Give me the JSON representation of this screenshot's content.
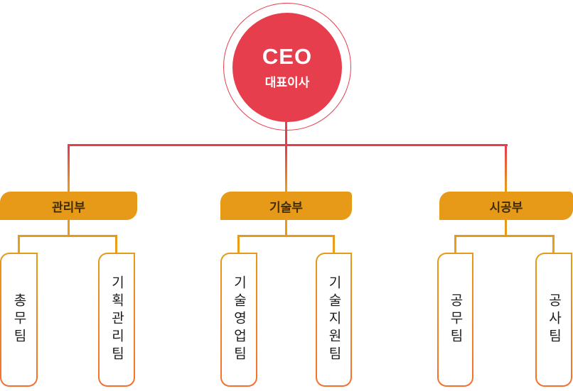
{
  "colors": {
    "red": "#e73e4d",
    "gold": "#e79a17",
    "orange_deep": "#f5702d",
    "dept_text": "#402d05",
    "team_text": "#1c1c1c"
  },
  "ceo": {
    "title": "CEO",
    "subtitle": "대표이사"
  },
  "departments": [
    {
      "label": "관리부",
      "teams": [
        {
          "label": "총무팀"
        },
        {
          "label": "기획관리팀"
        }
      ]
    },
    {
      "label": "기술부",
      "teams": [
        {
          "label": "기술영업팀"
        },
        {
          "label": "기술지원팀"
        }
      ]
    },
    {
      "label": "시공부",
      "teams": [
        {
          "label": "공무팀"
        },
        {
          "label": "공사팀"
        }
      ]
    }
  ]
}
